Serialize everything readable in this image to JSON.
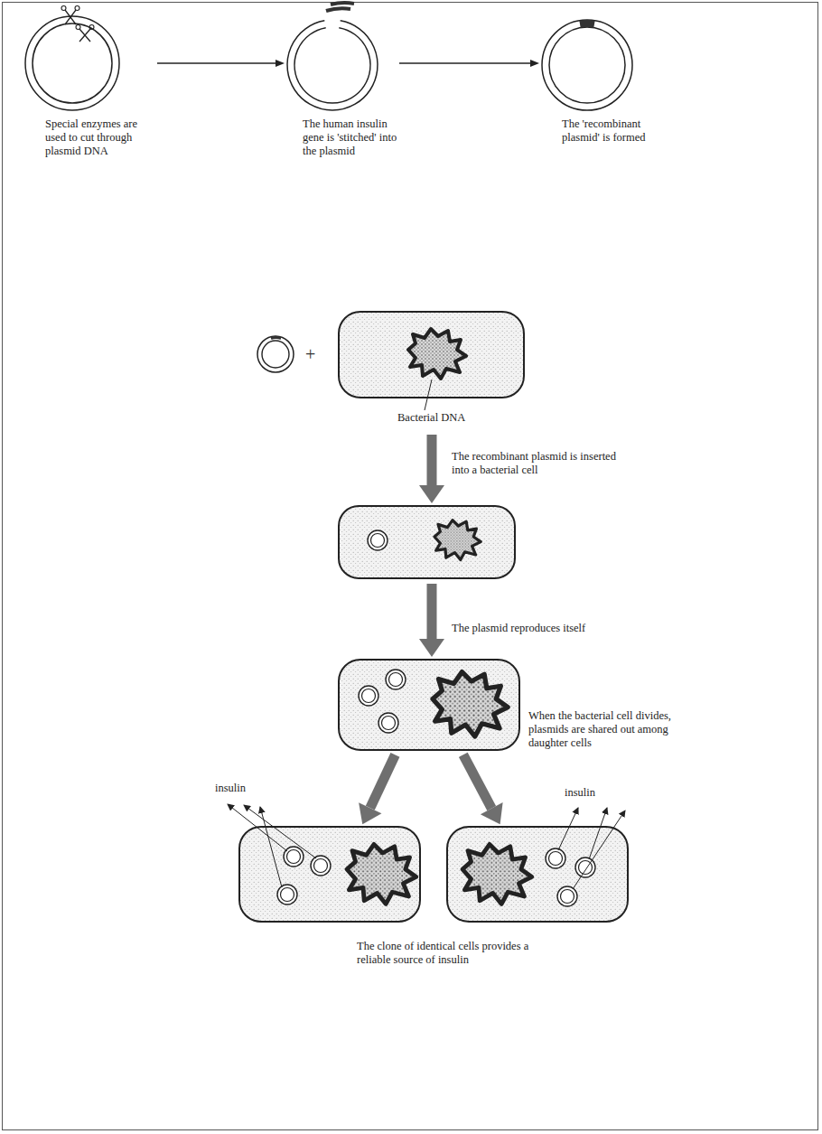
{
  "diagram": {
    "caption": "The clone of identical cells provides a reliable source of insulin",
    "nodes": [
      {
        "text": [
          "Special enzymes are used to cut through plasmid DNA"
        ]
      },
      {
        "text": [
          "The human insulin gene is 'stitched' into the plasmid"
        ]
      },
      {
        "text": [
          "The 'recombinant plasmid' is formed"
        ]
      },
      {
        "text": [
          "Bacterial DNA"
        ]
      },
      {
        "text": [
          "The recombinant plasmid is inserted into a bacterial cell"
        ]
      },
      {
        "text": [
          "The plasmid reproduces itself",
          "When the bacterial cell divides, plasmids are shared out among daughter cells"
        ]
      },
      {
        "text": [
          "insulin"
        ]
      },
      {
        "text": [
          "insulin"
        ]
      }
    ],
    "edges": [
      {
        "from": 0,
        "to": 1,
        "arrow": "to"
      },
      {
        "from": 1,
        "to": 2,
        "arrow": "to"
      },
      {
        "from": 3,
        "to": 4,
        "arrow": "to"
      },
      {
        "from": 4,
        "to": 5,
        "arrow": "to"
      },
      {
        "from": 5,
        "to": 6,
        "arrow": "to"
      },
      {
        "from": 5,
        "to": 7,
        "arrow": "to"
      }
    ],
    "labels": [
      "+"
    ]
  }
}
